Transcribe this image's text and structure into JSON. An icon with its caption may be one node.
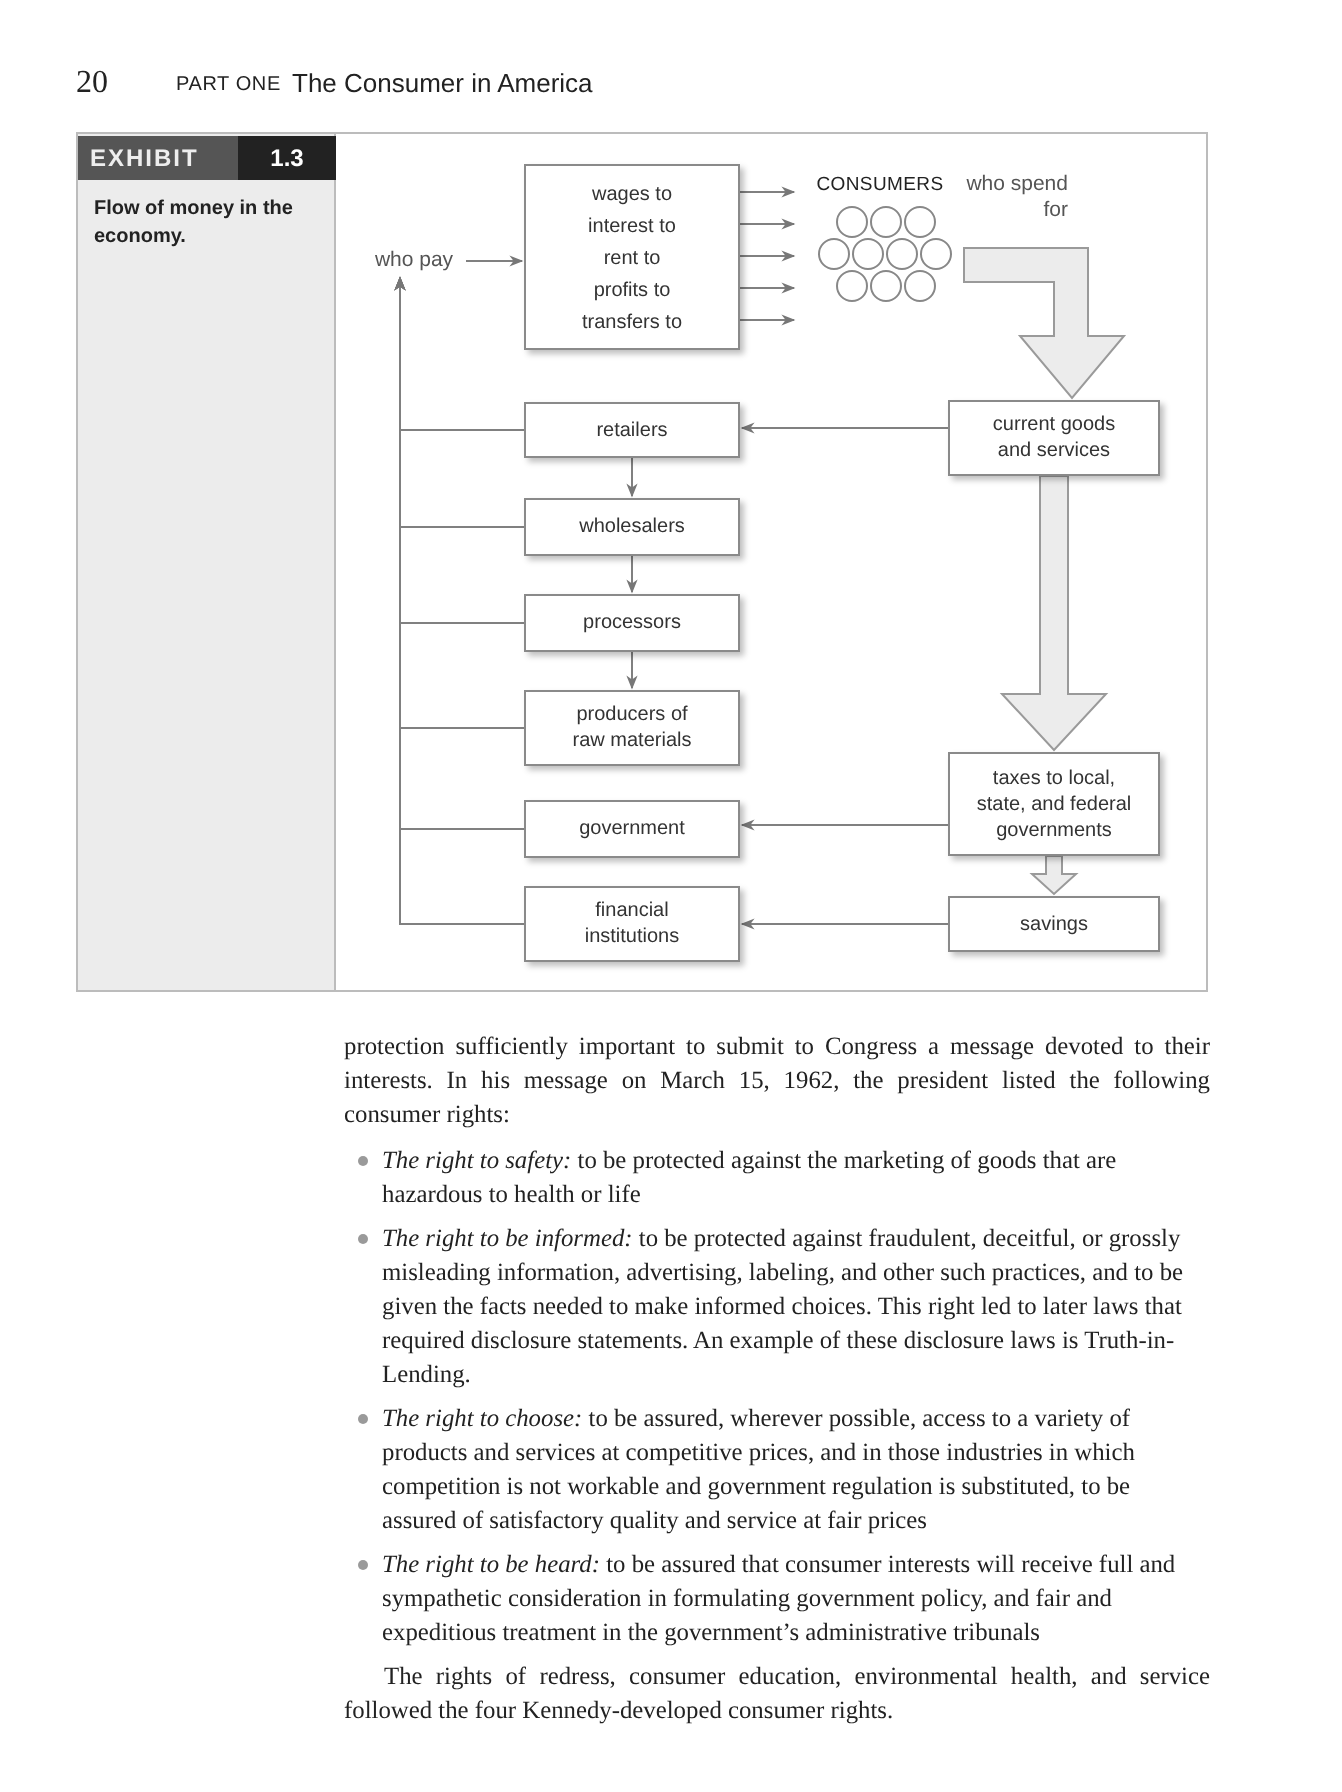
{
  "diagram": {
    "title": "Flow of money in the economy.",
    "nodes": [
      {
        "text": [
          "who pay"
        ]
      },
      {
        "text": [
          "wages to",
          "interest to",
          "rent to",
          "profits to",
          "transfers to"
        ]
      },
      {
        "text": [
          "CONSUMERS"
        ],
        "beside": [
          "who spend for"
        ]
      },
      {
        "text": [
          "retailers"
        ]
      },
      {
        "text": [
          "wholesalers"
        ]
      },
      {
        "text": [
          "processors"
        ]
      },
      {
        "text": [
          "producers of raw materials"
        ]
      },
      {
        "text": [
          "government"
        ]
      },
      {
        "text": [
          "financial institutions"
        ]
      },
      {
        "text": [
          "current goods and services"
        ]
      },
      {
        "text": [
          "taxes to local, state, and federal governments"
        ]
      },
      {
        "text": [
          "savings"
        ]
      }
    ],
    "edges": [
      {
        "from": 0,
        "to": 1,
        "arrow": "to"
      },
      {
        "from": 1,
        "to": 2,
        "arrow": "to"
      },
      {
        "from": 1,
        "to": 2,
        "arrow": "to"
      },
      {
        "from": 1,
        "to": 2,
        "arrow": "to"
      },
      {
        "from": 1,
        "to": 2,
        "arrow": "to"
      },
      {
        "from": 1,
        "to": 2,
        "arrow": "to"
      },
      {
        "from": 2,
        "to": 9,
        "arrow": "to",
        "style": "thick"
      },
      {
        "from": 9,
        "to": 3,
        "arrow": "to"
      },
      {
        "from": 3,
        "to": 4,
        "arrow": "to"
      },
      {
        "from": 4,
        "to": 5,
        "arrow": "to"
      },
      {
        "from": 5,
        "to": 6,
        "arrow": "to"
      },
      {
        "from": 9,
        "to": 10,
        "arrow": "to",
        "style": "thick"
      },
      {
        "from": 10,
        "to": 11,
        "arrow": "to",
        "style": "thick"
      },
      {
        "from": 10,
        "to": 7,
        "arrow": "to"
      },
      {
        "from": 11,
        "to": 8,
        "arrow": "to"
      },
      {
        "from": 3,
        "to": 0,
        "arrow": "to"
      },
      {
        "from": 4,
        "to": 0,
        "arrow": "to"
      },
      {
        "from": 5,
        "to": 0,
        "arrow": "to"
      },
      {
        "from": 6,
        "to": 0,
        "arrow": "to"
      },
      {
        "from": 7,
        "to": 0,
        "arrow": "to"
      },
      {
        "from": 8,
        "to": 0,
        "arrow": "to"
      }
    ],
    "labels": [
      "20",
      "PART ONE",
      "The Consumer in America",
      "EXHIBIT",
      "1.3",
      "protection sufficiently important to submit to Congress a message devoted to their interests. In his message on March 15, 1962, the president listed the following consumer rights:",
      "*The right to safety:* to be protected against the marketing of goods that are hazardous to health or life",
      "*The right to be informed:* to be protected against fraudulent, deceitful, or grossly misleading information, advertising, labeling, and other such practices, and to be given the facts needed to make informed choices. This right led to later laws that required disclosure statements. An example of these disclosure laws is Truth-in-Lending.",
      "*The right to choose:* to be assured, wherever possible, access to a variety of products and services at competitive prices, and in those industries in which competition is not workable and government regulation is substituted, to be assured of satisfactory quality and service at fair prices",
      "*The right to be heard:* to be assured that consumer interests will receive full and sympathetic consideration in formulating government policy, and fair and expeditious treatment in the government’s administrative tribunals",
      "The rights of redress, consumer education, environmental health, and service followed the four Kennedy-developed consumer rights."
    ]
  }
}
